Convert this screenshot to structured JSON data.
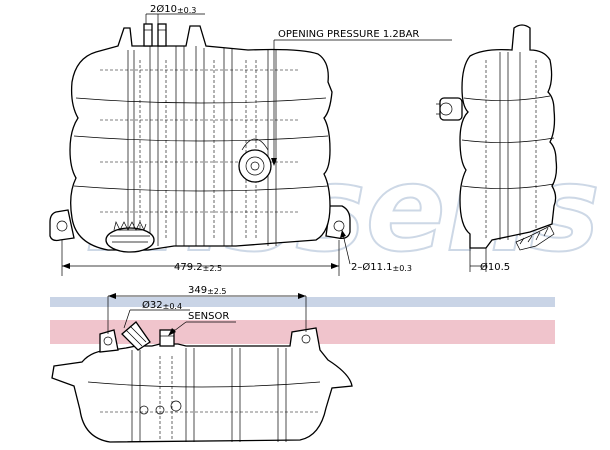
{
  "labels": {
    "pipe_dia": "2Ø10",
    "pipe_tol": "±0.3",
    "opening_pressure": "OPENING PRESSURE 1.2BAR",
    "width_main": "479.2",
    "width_main_tol": "±2.5",
    "mount_holes": "2–Ø11.1",
    "mount_holes_tol": "±0.3",
    "side_hole": "Ø10.5",
    "height_bottom": "349",
    "height_bottom_tol": "±2.5",
    "neck_dia": "Ø32",
    "neck_tol": "±0.4",
    "sensor": "SENSOR"
  },
  "watermark": {
    "text": "Nissens"
  },
  "colors": {
    "band_blue": "#c9d4e6",
    "band_red": "#f0c4cc",
    "watermark": "#b9c8dc",
    "line": "#000000"
  }
}
